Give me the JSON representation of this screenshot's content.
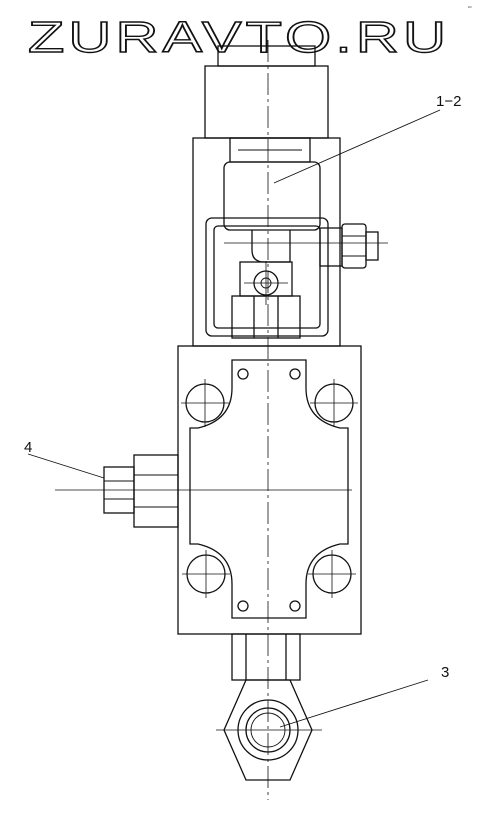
{
  "watermark": "ZURAVTO.RU",
  "corner_mark": "ᵉᵒ",
  "callouts": {
    "part_1_2": "1−2",
    "part_3": "3",
    "part_4": "4"
  },
  "colors": {
    "line": "#111111",
    "background": "#ffffff"
  }
}
